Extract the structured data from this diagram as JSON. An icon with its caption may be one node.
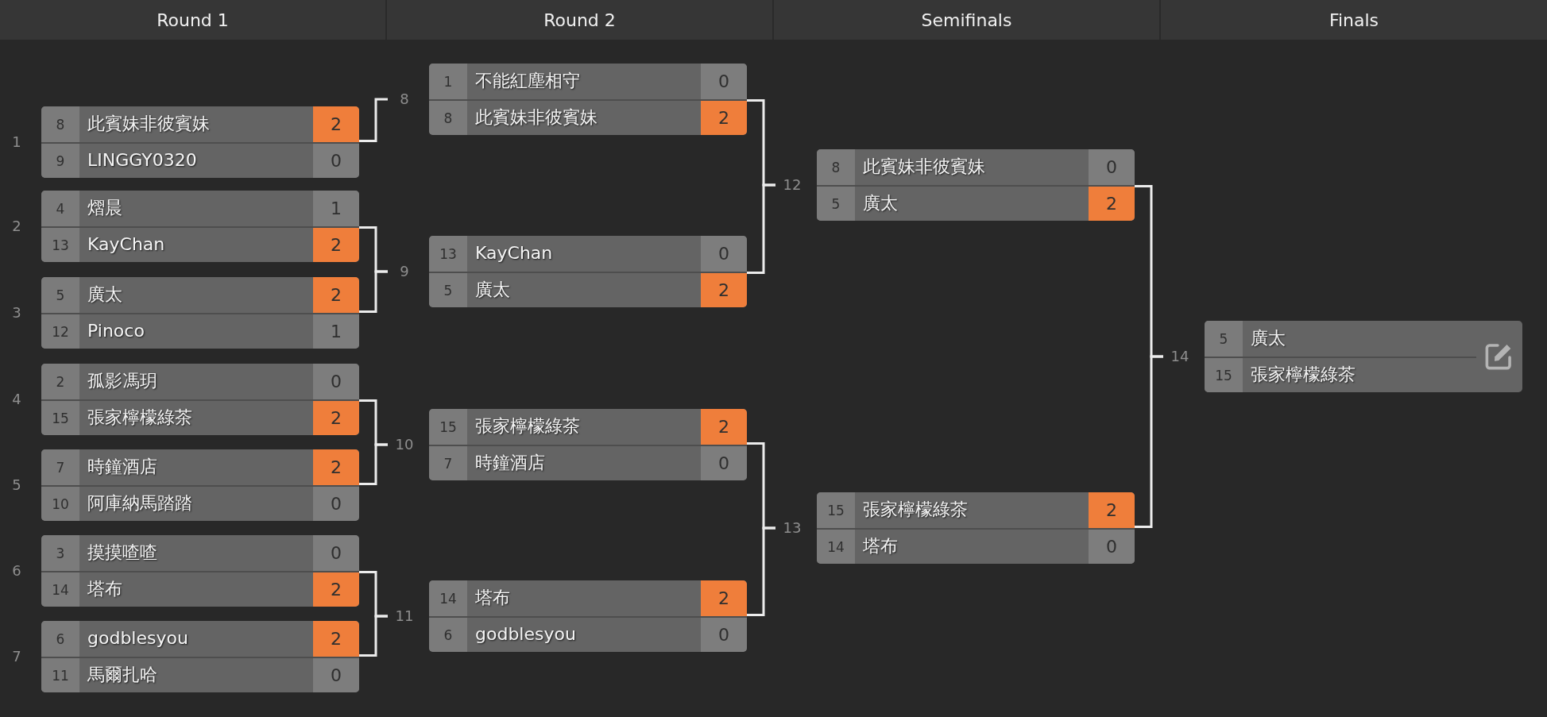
{
  "diagram": {
    "nodes": [
      {
        "text": [],
        "shape": "box",
        "beside": [
          "1"
        ]
      },
      {
        "text": [
          "8",
          "此賓妹非彼賓妹",
          "2"
        ],
        "in": 0
      },
      {
        "text": [
          "9",
          "LINGGY0320",
          "0"
        ],
        "in": 0
      },
      {
        "text": [],
        "shape": "box",
        "beside": [
          "2"
        ]
      },
      {
        "text": [
          "4",
          "熠晨",
          "1"
        ],
        "in": 3
      },
      {
        "text": [
          "13",
          "KayChan",
          "2"
        ],
        "in": 3
      },
      {
        "text": [],
        "shape": "box",
        "beside": [
          "3"
        ]
      },
      {
        "text": [
          "5",
          "廣太",
          "2"
        ],
        "in": 6
      },
      {
        "text": [
          "12",
          "Pinoco",
          "1"
        ],
        "in": 6
      },
      {
        "text": [],
        "shape": "box",
        "beside": [
          "4"
        ]
      },
      {
        "text": [
          "2",
          "孤影馮玥",
          "0"
        ],
        "in": 9
      },
      {
        "text": [
          "15",
          "張家檸檬綠茶",
          "2"
        ],
        "in": 9
      },
      {
        "text": [],
        "shape": "box",
        "beside": [
          "5"
        ]
      },
      {
        "text": [
          "7",
          "時鐘酒店",
          "2"
        ],
        "in": 12
      },
      {
        "text": [
          "10",
          "阿庫納馬踏踏",
          "0"
        ],
        "in": 12
      },
      {
        "text": [],
        "shape": "box",
        "beside": [
          "6"
        ]
      },
      {
        "text": [
          "3",
          "摸摸喳喳",
          "0"
        ],
        "in": 15
      },
      {
        "text": [
          "14",
          "塔布",
          "2"
        ],
        "in": 15
      },
      {
        "text": [],
        "shape": "box",
        "beside": [
          "7"
        ]
      },
      {
        "text": [
          "6",
          "godblesyou",
          "2"
        ],
        "in": 18
      },
      {
        "text": [
          "11",
          "馬爾扎哈",
          "0"
        ],
        "in": 18
      },
      {
        "text": [],
        "shape": "box",
        "beside": [
          "8"
        ]
      },
      {
        "text": [
          "1",
          "不能紅塵相守",
          "0"
        ],
        "in": 21
      },
      {
        "text": [
          "8",
          "此賓妹非彼賓妹",
          "2"
        ],
        "in": 21
      },
      {
        "text": [],
        "shape": "box",
        "beside": [
          "9"
        ]
      },
      {
        "text": [
          "13",
          "KayChan",
          "0"
        ],
        "in": 24
      },
      {
        "text": [
          "5",
          "廣太",
          "2"
        ],
        "in": 24
      },
      {
        "text": [],
        "shape": "box",
        "beside": [
          "10"
        ]
      },
      {
        "text": [
          "15",
          "張家檸檬綠茶",
          "2"
        ],
        "in": 27
      },
      {
        "text": [
          "7",
          "時鐘酒店",
          "0"
        ],
        "in": 27
      },
      {
        "text": [],
        "shape": "box",
        "beside": [
          "11"
        ]
      },
      {
        "text": [
          "14",
          "塔布",
          "2"
        ],
        "in": 30
      },
      {
        "text": [
          "6",
          "godblesyou",
          "0"
        ],
        "in": 30
      },
      {
        "text": [],
        "shape": "box",
        "beside": [
          "12"
        ]
      },
      {
        "text": [
          "8",
          "此賓妹非彼賓妹",
          "0"
        ],
        "in": 33
      },
      {
        "text": [
          "5",
          "廣太",
          "2"
        ],
        "in": 33
      },
      {
        "text": [],
        "shape": "box",
        "beside": [
          "13"
        ]
      },
      {
        "text": [
          "15",
          "張家檸檬綠茶",
          "2"
        ],
        "in": 36
      },
      {
        "text": [
          "14",
          "塔布",
          "0"
        ],
        "in": 36
      },
      {
        "text": [],
        "shape": "box",
        "beside": [
          "14"
        ]
      },
      {
        "text": [
          "5",
          "廣太"
        ],
        "in": 39
      },
      {
        "text": [
          "15",
          "張家檸檬綠茶"
        ],
        "in": 39
      }
    ],
    "edges": [
      {
        "from": 1,
        "to": 21,
        "arrow": "none"
      },
      {
        "from": 5,
        "to": 24,
        "arrow": "none"
      },
      {
        "from": 7,
        "to": 24,
        "arrow": "none"
      },
      {
        "from": 11,
        "to": 27,
        "arrow": "none"
      },
      {
        "from": 13,
        "to": 27,
        "arrow": "none"
      },
      {
        "from": 17,
        "to": 30,
        "arrow": "none"
      },
      {
        "from": 19,
        "to": 30,
        "arrow": "none"
      },
      {
        "from": 23,
        "to": 33,
        "arrow": "none"
      },
      {
        "from": 26,
        "to": 33,
        "arrow": "none"
      },
      {
        "from": 28,
        "to": 36,
        "arrow": "none"
      },
      {
        "from": 31,
        "to": 36,
        "arrow": "none"
      },
      {
        "from": 35,
        "to": 39,
        "arrow": "none"
      },
      {
        "from": 37,
        "to": 39,
        "arrow": "none"
      }
    ],
    "labels": [
      "Round 1",
      "Round 2",
      "Semifinals",
      "Finals"
    ]
  }
}
